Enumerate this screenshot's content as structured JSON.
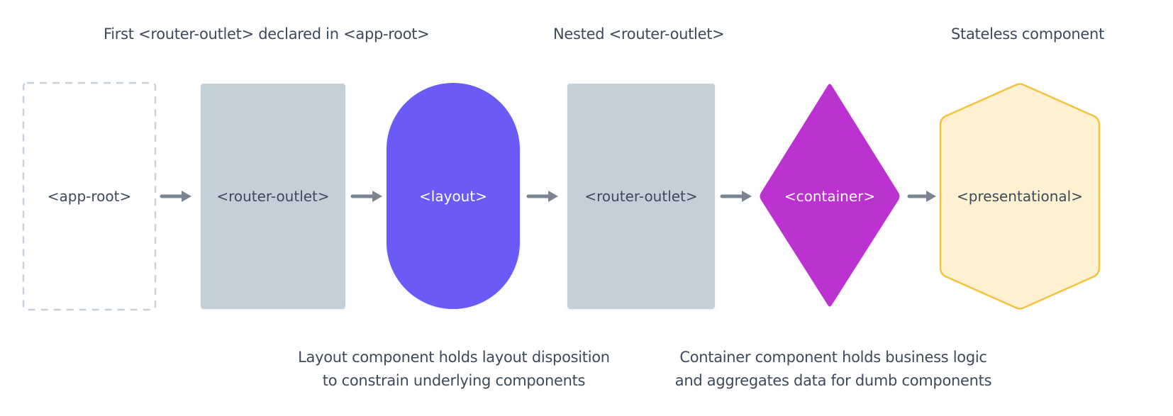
{
  "captions": {
    "top_first_outlet": "First <router-outlet> declared in <app-root>",
    "top_nested_outlet": "Nested <router-outlet>",
    "top_stateless": "Stateless component",
    "bottom_layout_line1": "Layout component holds layout disposition",
    "bottom_layout_line2": "to constrain underlying components",
    "bottom_container_line1": "Container component holds business logic",
    "bottom_container_line2": "and aggregates data for dumb components"
  },
  "nodes": [
    {
      "id": "app-root",
      "label": "<app-root>",
      "shape": "dashed-rectangle",
      "fill": "#ffffff",
      "stroke": "#c8d1da",
      "text_color": "#3e4a59"
    },
    {
      "id": "router-outlet-1",
      "label": "<router-outlet>",
      "shape": "rectangle",
      "fill": "#c3cfd9",
      "text_color": "#3e4a59"
    },
    {
      "id": "layout",
      "label": "<layout>",
      "shape": "pill",
      "fill": "#6a5af6",
      "text_color": "#ffffff"
    },
    {
      "id": "router-outlet-2",
      "label": "<router-outlet>",
      "shape": "rectangle",
      "fill": "#c3cfd9",
      "text_color": "#3e4a59"
    },
    {
      "id": "container",
      "label": "<container>",
      "shape": "diamond",
      "fill": "#bc33d1",
      "text_color": "#ffffff"
    },
    {
      "id": "presentational",
      "label": "<presentational>",
      "shape": "hexagon",
      "fill": "#fdf1d2",
      "stroke": "#f5c33b",
      "text_color": "#3e4a59"
    }
  ],
  "edges": [
    {
      "from": "app-root",
      "to": "router-outlet-1"
    },
    {
      "from": "router-outlet-1",
      "to": "layout"
    },
    {
      "from": "layout",
      "to": "router-outlet-2"
    },
    {
      "from": "router-outlet-2",
      "to": "container"
    },
    {
      "from": "container",
      "to": "presentational"
    }
  ],
  "colors": {
    "text": "#3e4a59",
    "arrow": "#7a8591"
  }
}
